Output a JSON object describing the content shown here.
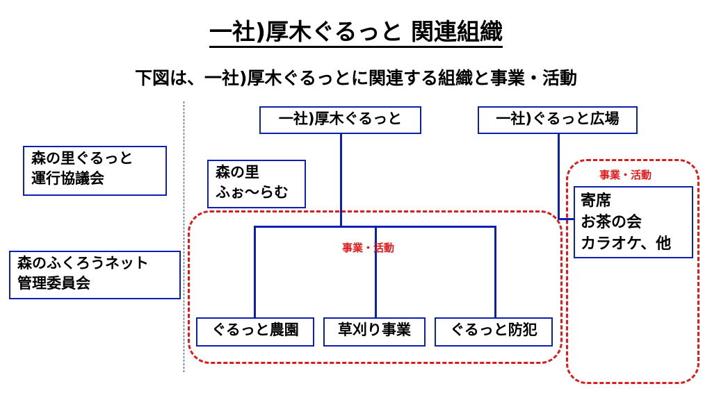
{
  "title": "一社)厚木ぐるっと 関連組織",
  "subtitle": "下図は、一社)厚木ぐるっとに関連する組織と事業・活動",
  "left_orgs": [
    {
      "lines": [
        "森の里ぐるっと",
        "運行協議会"
      ]
    },
    {
      "lines": [
        "森のふくろうネット",
        "管理委員会"
      ]
    }
  ],
  "morinosato": {
    "lines": [
      "森の里",
      "ふぉ〜らむ"
    ]
  },
  "top_orgs": {
    "main": "一社)厚木ぐるっと",
    "hiroba": "一社)ぐるっと広場"
  },
  "group_label_left": "事業・活動",
  "group_label_right": "事業・活動",
  "activities": [
    "ぐるっと農園",
    "草刈り事業",
    "ぐるっと防犯"
  ],
  "hiroba_activities": {
    "lines": [
      "寄席",
      "お茶の会",
      "カラオケ、他"
    ]
  },
  "colors": {
    "box_border": "#0b1fb0",
    "dashed_border": "#e01919",
    "label": "#e01919"
  }
}
